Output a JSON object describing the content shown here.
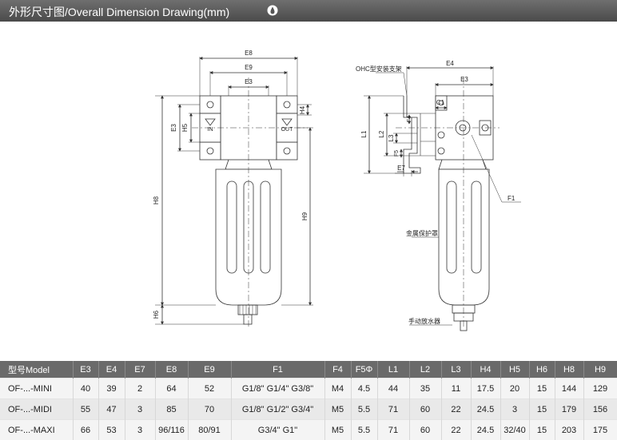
{
  "header": {
    "title": "外形尺寸图/Overall Dimension Drawing(mm)",
    "logo_icon": "drop-logo-icon"
  },
  "drawing": {
    "front": {
      "dims": [
        "E8",
        "E9",
        "E3",
        "E3",
        "H5",
        "H4",
        "H8",
        "H9",
        "H6"
      ],
      "ports": [
        "IN",
        "OUT"
      ]
    },
    "side": {
      "dims": [
        "E4",
        "E3",
        "C1",
        "F4",
        "L1",
        "L2",
        "L3",
        "F5",
        "E7"
      ],
      "labels": [
        "OHC型安装支架",
        "F1",
        "金属保护罩",
        "手动放水器"
      ]
    }
  },
  "table": {
    "headers": [
      "型号Model",
      "E3",
      "E4",
      "E7",
      "E8",
      "E9",
      "F1",
      "F4",
      "F5Φ",
      "L1",
      "L2",
      "L3",
      "H4",
      "H5",
      "H6",
      "H8",
      "H9"
    ],
    "rows": [
      [
        "OF-...-MINI",
        "40",
        "39",
        "2",
        "64",
        "52",
        "G1/8\"  G1/4\"  G3/8\"",
        "M4",
        "4.5",
        "44",
        "35",
        "11",
        "17.5",
        "20",
        "15",
        "144",
        "129"
      ],
      [
        "OF-...-MIDI",
        "55",
        "47",
        "3",
        "85",
        "70",
        "G1/8\"  G1/2\"  G3/4\"",
        "M5",
        "5.5",
        "71",
        "60",
        "22",
        "24.5",
        "3",
        "15",
        "179",
        "156"
      ],
      [
        "OF-...-MAXI",
        "66",
        "53",
        "3",
        "96/116",
        "80/91",
        "G3/4\"  G1\"",
        "M5",
        "5.5",
        "71",
        "60",
        "22",
        "24.5",
        "32/40",
        "15",
        "203",
        "175"
      ]
    ]
  },
  "colors": {
    "header_bg": "#555555",
    "line": "#333333"
  }
}
